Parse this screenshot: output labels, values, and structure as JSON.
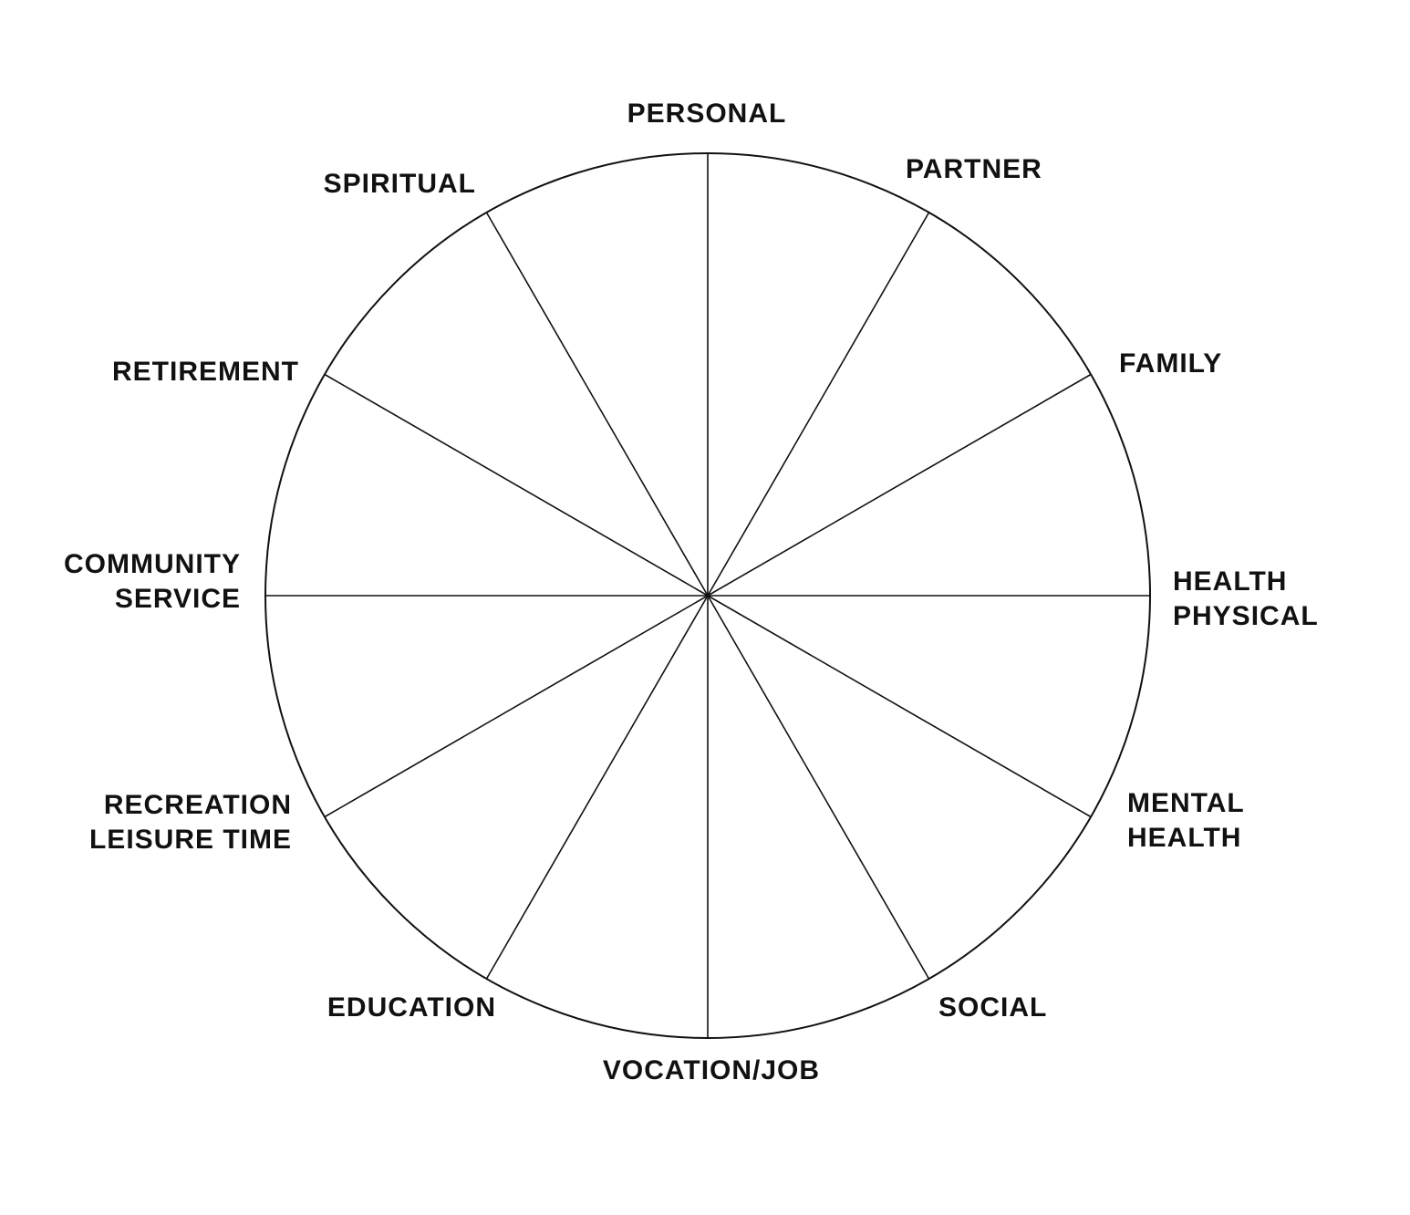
{
  "diagram": {
    "stroke_color": "#111111",
    "background": "#ffffff",
    "segments": [
      {
        "lines": [
          "PERSONAL"
        ]
      },
      {
        "lines": [
          "PARTNER"
        ]
      },
      {
        "lines": [
          "FAMILY"
        ]
      },
      {
        "lines": [
          "HEALTH",
          "PHYSICAL"
        ]
      },
      {
        "lines": [
          "MENTAL",
          "HEALTH"
        ]
      },
      {
        "lines": [
          "SOCIAL"
        ]
      },
      {
        "lines": [
          "VOCATION/JOB"
        ]
      },
      {
        "lines": [
          "EDUCATION"
        ]
      },
      {
        "lines": [
          "RECREATION",
          "LEISURE TIME"
        ]
      },
      {
        "lines": [
          "COMMUNITY",
          "SERVICE"
        ]
      },
      {
        "lines": [
          "RETIREMENT"
        ]
      },
      {
        "lines": [
          "SPIRITUAL"
        ]
      }
    ]
  }
}
